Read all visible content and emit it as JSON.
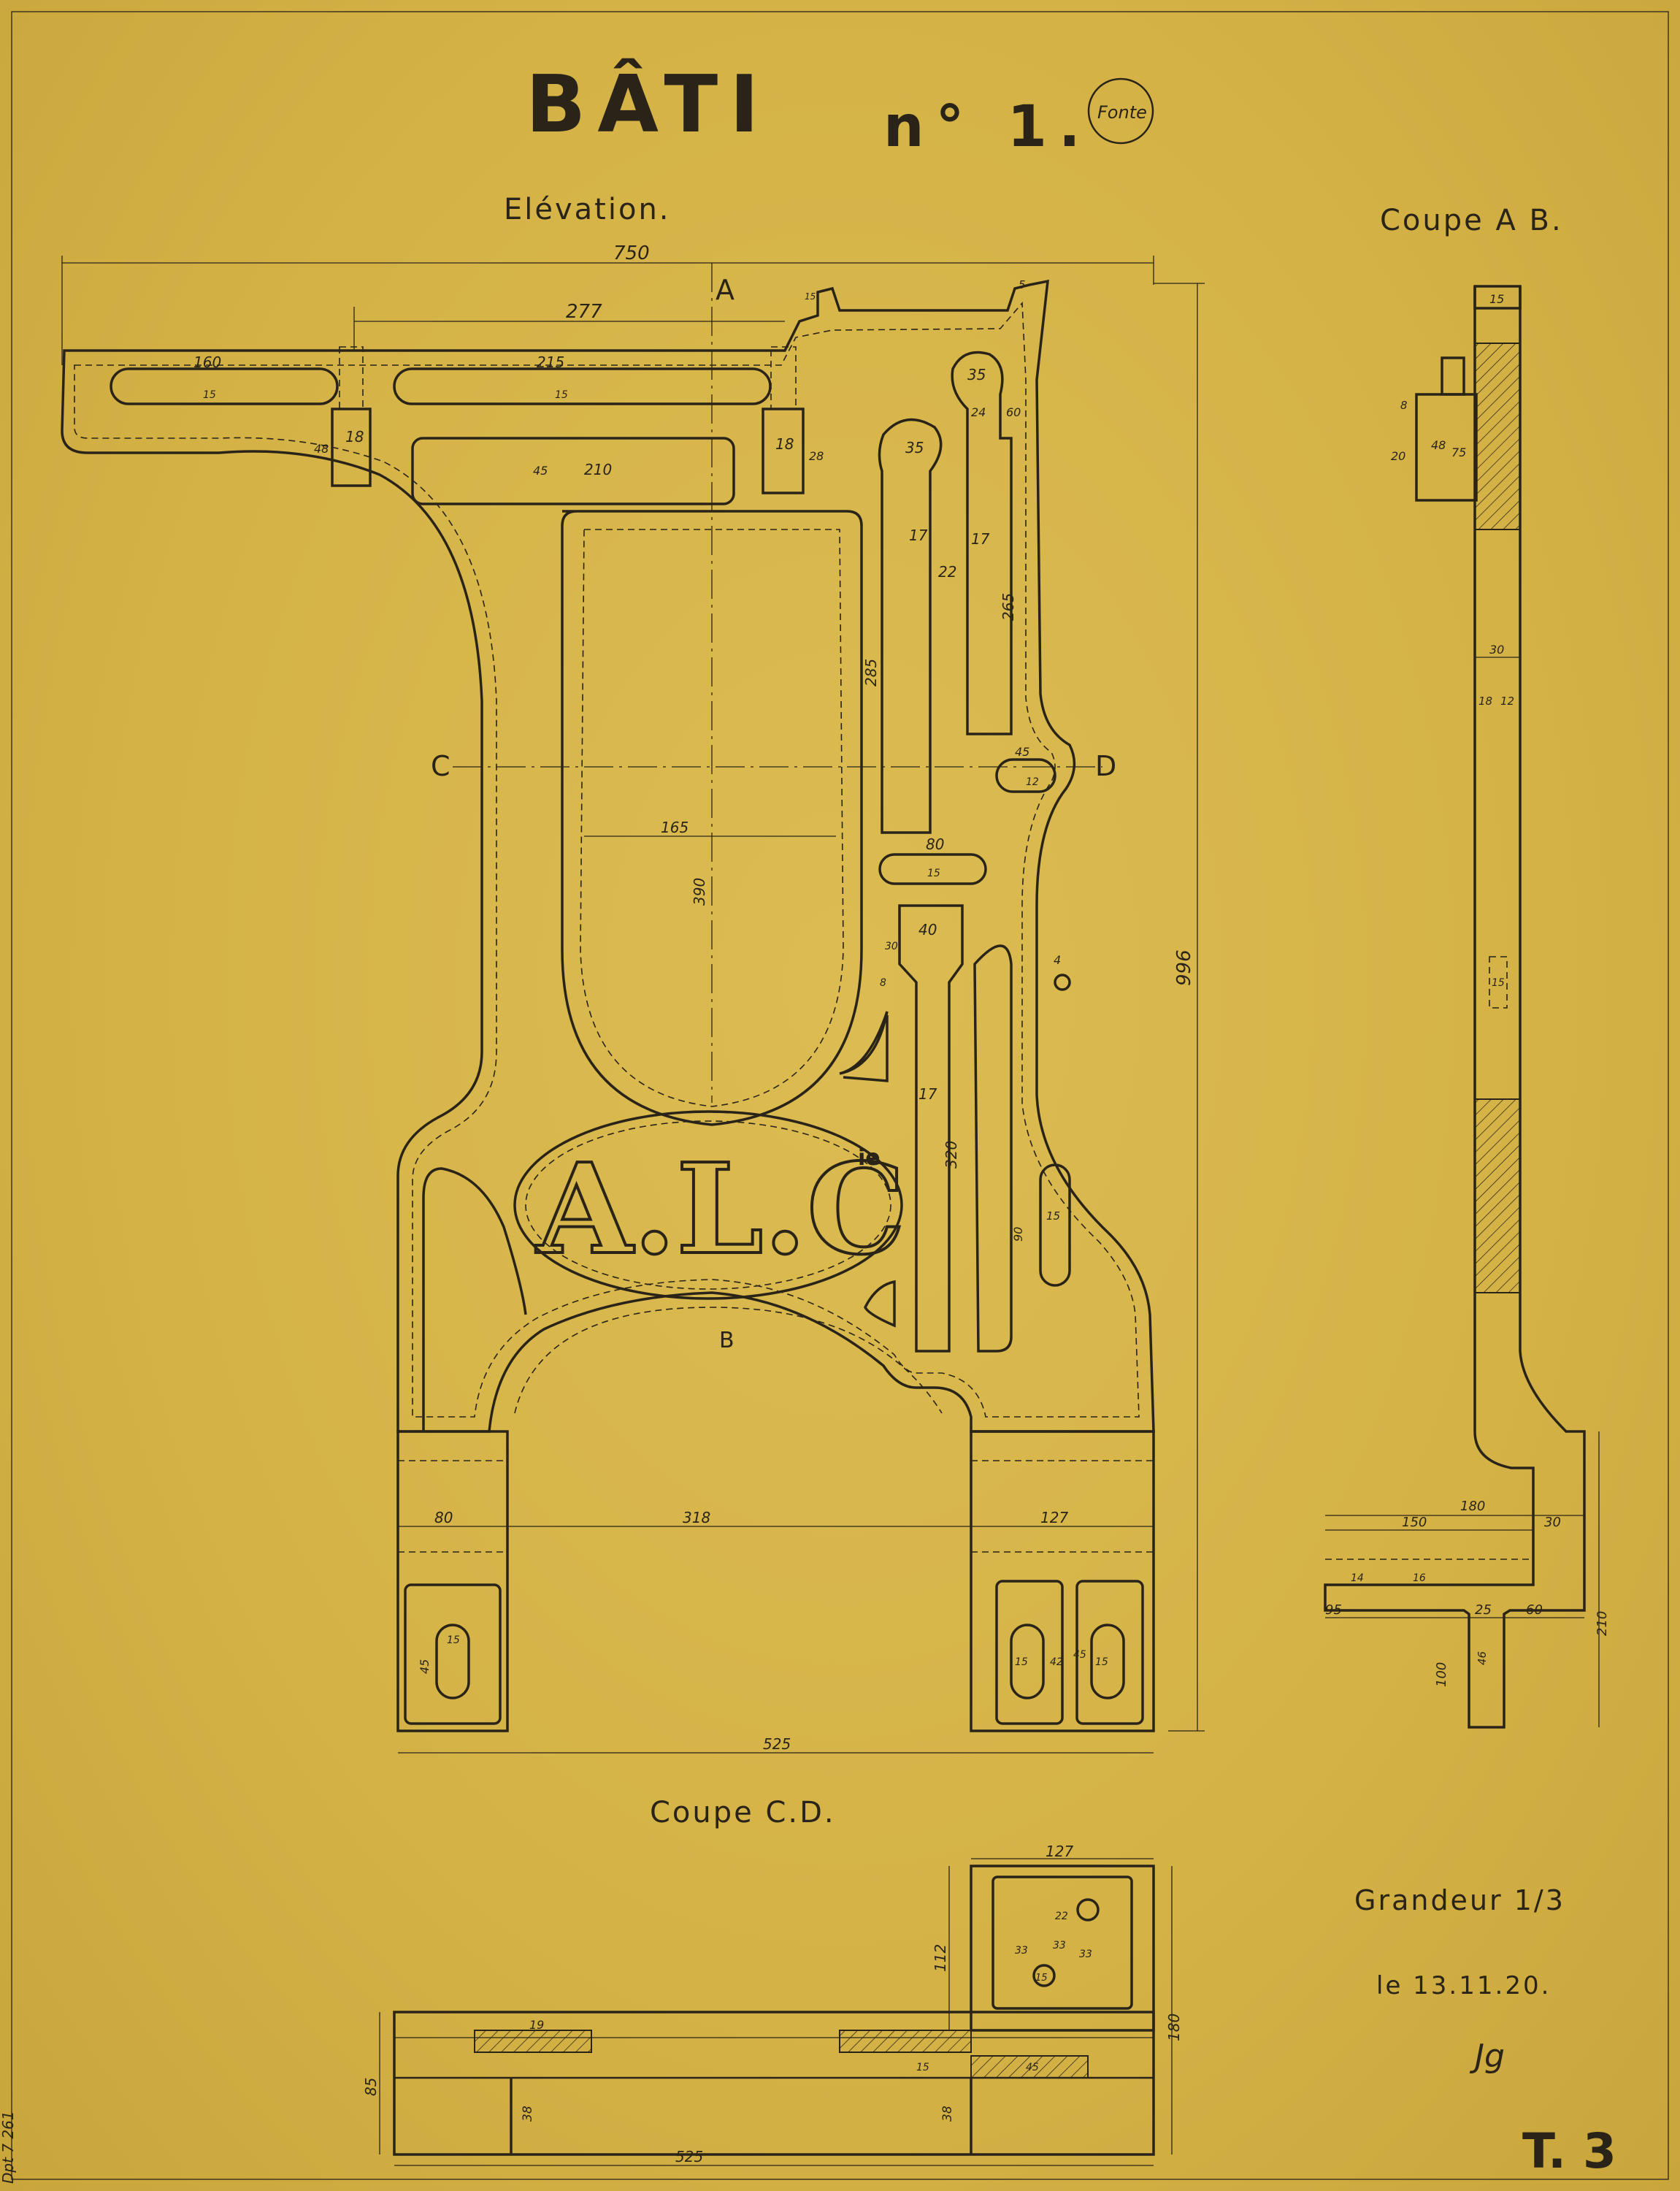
{
  "drawing": {
    "title": "BÂTI",
    "number": "n° 1.",
    "material_stamp": "Fonte",
    "views": {
      "elevation": "Elévation.",
      "section_ab": "Coupe A B.",
      "section_cd": "Coupe C.D."
    },
    "section_markers": {
      "a": "A",
      "b": "B",
      "c": "C",
      "d": "D"
    },
    "logo_text": "A.L.C",
    "logo_suffix": "ie",
    "scale": "Grandeur 1/3",
    "date": "le 13.11.20.",
    "signature": "Jg",
    "sheet_id": "T. 3",
    "margin_text": "Dpt 7 261"
  },
  "dimensions": {
    "elevation": {
      "overall_width": "750",
      "upper_width": "277",
      "slot_left": "160",
      "slot_left_h": "15",
      "slot_mid": "215",
      "slot_mid_h": "15",
      "boss_left_h": "48",
      "boss_left_w": "18",
      "boss_right_w": "18",
      "boss_right_h": "28",
      "window_w": "210",
      "window_h": "45",
      "arm1_w": "35",
      "arm1_d": "17",
      "arm1_len": "285",
      "arm2_w": "35",
      "arm2_d": "24",
      "arm2_h": "60",
      "arm2_t": "17",
      "arm2_len": "265",
      "gap": "22",
      "corner": "5",
      "top_small": "15",
      "oval_w": "45",
      "oval_h": "12",
      "slot_lower_w": "80",
      "slot_lower_h": "15",
      "frame_w": "165",
      "frame_h": "390",
      "tee_w": "40",
      "tee_h": "30",
      "tee_r": "8",
      "stem_w": "17",
      "stem_len": "320",
      "hole_r": "4",
      "side_slot_h": "90",
      "side_slot_w": "15",
      "overall_height": "996",
      "foot_left": "80",
      "span": "318",
      "foot_right": "127",
      "foot_slot_h": "45",
      "foot_slot_w": "15",
      "foot_r1": "15",
      "foot_r2": "42",
      "foot_r3": "15",
      "foot_r4": "45",
      "bottom_width": "525"
    },
    "section_ab": {
      "top_mark": "15",
      "boss_h": "8",
      "boss_d": "20",
      "boss_i": "48",
      "boss_w": "75",
      "web": "30",
      "flange_a": "18",
      "flange_b": "12",
      "mid": "15",
      "foot_total": "180",
      "foot_left": "150",
      "foot_web": "30",
      "t1": "14",
      "t2": "16",
      "foot_a": "95",
      "foot_b": "25",
      "foot_c": "60",
      "foot_h": "210",
      "foot_d": "100",
      "foot_e": "46"
    },
    "section_cd": {
      "top_w": "127",
      "top_h": "112",
      "right_h": "180",
      "r1": "22",
      "r2": "33",
      "r3": "33",
      "r4": "33",
      "r5": "15",
      "step": "19",
      "small": "15",
      "small2": "45",
      "left_h": "85",
      "web_l": "38",
      "web_r": "38",
      "width": "525"
    }
  }
}
